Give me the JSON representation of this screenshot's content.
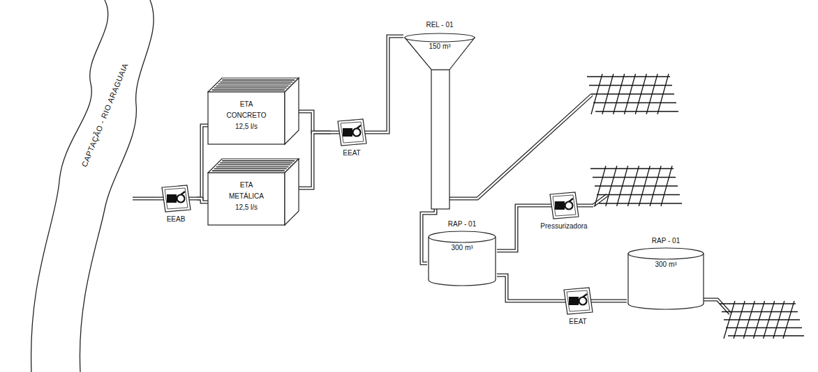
{
  "diagram": {
    "nodes": [
      {
        "text": [
          "CAPTAÇÃO - RIO ARAGUAIA"
        ]
      },
      {
        "text": [
          "EEAB"
        ]
      },
      {
        "text": [
          "ETA",
          "CONCRETO",
          "12,5 l/s"
        ]
      },
      {
        "text": [
          "ETA",
          "METÁLICA",
          "12,5 l/s"
        ]
      },
      {
        "text": [
          "EEAT"
        ]
      },
      {
        "text": [
          "REL - 01",
          "150 m³"
        ]
      },
      {
        "text": [
          "RAP - 01",
          "300 m³"
        ]
      },
      {
        "text": [
          "Pressurizadora"
        ]
      },
      {
        "text": [
          "EEAT"
        ]
      },
      {
        "text": [
          "RAP - 01",
          "300 m³"
        ]
      }
    ],
    "edges": [
      {
        "from": 0,
        "to": 1,
        "arrow": "none"
      },
      {
        "from": 1,
        "to": 2,
        "arrow": "none"
      },
      {
        "from": 1,
        "to": 3,
        "arrow": "none"
      },
      {
        "from": 2,
        "to": 4,
        "arrow": "none"
      },
      {
        "from": 3,
        "to": 4,
        "arrow": "none"
      },
      {
        "from": 4,
        "to": 5,
        "arrow": "none"
      },
      {
        "from": 5,
        "to": 6,
        "arrow": "none"
      },
      {
        "from": 6,
        "to": 7,
        "arrow": "none"
      },
      {
        "from": 6,
        "to": 8,
        "arrow": "none"
      },
      {
        "from": 8,
        "to": 9,
        "arrow": "none"
      }
    ]
  }
}
